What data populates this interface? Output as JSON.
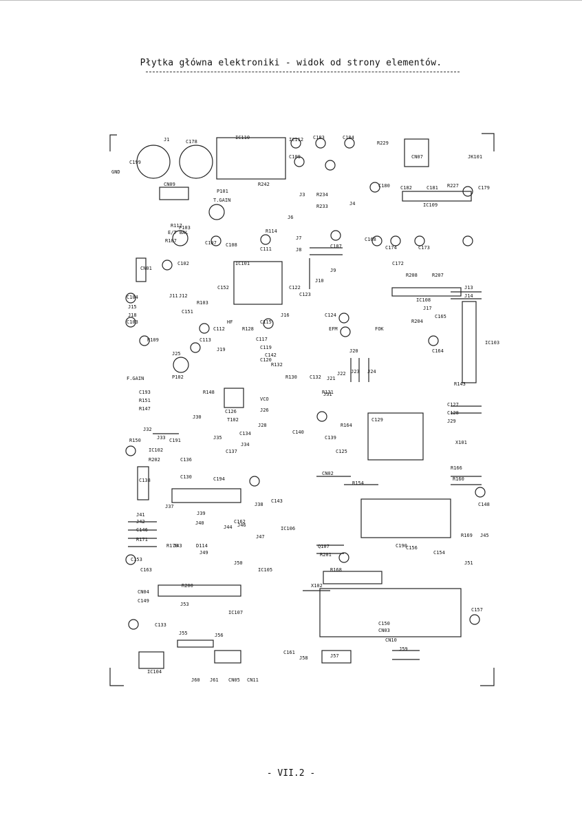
{
  "document": {
    "title": "Płytka główna elektroniki - widok od strony elementów.",
    "page_number": "- VII.2 -"
  },
  "board": {
    "components": [
      {
        "label": "C199"
      },
      {
        "label": "J1"
      },
      {
        "label": "C178"
      },
      {
        "label": "IC110"
      },
      {
        "label": "IC112"
      },
      {
        "label": "C183"
      },
      {
        "label": "C184"
      },
      {
        "label": "R229"
      },
      {
        "label": "CN07"
      },
      {
        "label": "JK101"
      },
      {
        "label": "GND"
      },
      {
        "label": "CN09"
      },
      {
        "label": "P101"
      },
      {
        "label": "T.GAIN"
      },
      {
        "label": "R242"
      },
      {
        "label": "C109"
      },
      {
        "label": "IC109"
      },
      {
        "label": "C179"
      },
      {
        "label": "R234"
      },
      {
        "label": "R233"
      },
      {
        "label": "J3"
      },
      {
        "label": "J4"
      },
      {
        "label": "J6"
      },
      {
        "label": "C180"
      },
      {
        "label": "C182"
      },
      {
        "label": "C181"
      },
      {
        "label": "R227"
      },
      {
        "label": "R117"
      },
      {
        "label": "P103"
      },
      {
        "label": "E/T BAL"
      },
      {
        "label": "R107"
      },
      {
        "label": "C107"
      },
      {
        "label": "C108"
      },
      {
        "label": "R114"
      },
      {
        "label": "C111"
      },
      {
        "label": "C187"
      },
      {
        "label": "J7"
      },
      {
        "label": "J8"
      },
      {
        "label": "C168"
      },
      {
        "label": "C174"
      },
      {
        "label": "C173"
      },
      {
        "label": "CN01"
      },
      {
        "label": "C102"
      },
      {
        "label": "IC101"
      },
      {
        "label": "C172"
      },
      {
        "label": "R208"
      },
      {
        "label": "R207"
      },
      {
        "label": "J9"
      },
      {
        "label": "J10"
      },
      {
        "label": "J13"
      },
      {
        "label": "J14"
      },
      {
        "label": "IC108"
      },
      {
        "label": "J17"
      },
      {
        "label": "C165"
      },
      {
        "label": "C104"
      },
      {
        "label": "J11"
      },
      {
        "label": "J12"
      },
      {
        "label": "J15"
      },
      {
        "label": "J18"
      },
      {
        "label": "C103"
      },
      {
        "label": "R103"
      },
      {
        "label": "C151"
      },
      {
        "label": "C152"
      },
      {
        "label": "C122"
      },
      {
        "label": "C123"
      },
      {
        "label": "J16"
      },
      {
        "label": "C124"
      },
      {
        "label": "R204"
      },
      {
        "label": "HF"
      },
      {
        "label": "C112"
      },
      {
        "label": "C115"
      },
      {
        "label": "EFM"
      },
      {
        "label": "FOK"
      },
      {
        "label": "C164"
      },
      {
        "label": "IC103"
      },
      {
        "label": "R109"
      },
      {
        "label": "C113"
      },
      {
        "label": "R128"
      },
      {
        "label": "C117"
      },
      {
        "label": "C119"
      },
      {
        "label": "C120"
      },
      {
        "label": "J19"
      },
      {
        "label": "J20"
      },
      {
        "label": "J21"
      },
      {
        "label": "J22"
      },
      {
        "label": "J23"
      },
      {
        "label": "J24"
      },
      {
        "label": "J25"
      },
      {
        "label": "P102"
      },
      {
        "label": "F.GAIN"
      },
      {
        "label": "C142"
      },
      {
        "label": "R132"
      },
      {
        "label": "R130"
      },
      {
        "label": "C132"
      },
      {
        "label": "R143"
      },
      {
        "label": "C193"
      },
      {
        "label": "R151"
      },
      {
        "label": "R147"
      },
      {
        "label": "R148"
      },
      {
        "label": "C126"
      },
      {
        "label": "T102"
      },
      {
        "label": "VCO"
      },
      {
        "label": "R131"
      },
      {
        "label": "J26"
      },
      {
        "label": "J28"
      },
      {
        "label": "J31"
      },
      {
        "label": "C127"
      },
      {
        "label": "C128"
      },
      {
        "label": "J29"
      },
      {
        "label": "J30"
      },
      {
        "label": "J32"
      },
      {
        "label": "R150"
      },
      {
        "label": "J33"
      },
      {
        "label": "C191"
      },
      {
        "label": "J35"
      },
      {
        "label": "C134"
      },
      {
        "label": "J34"
      },
      {
        "label": "C140"
      },
      {
        "label": "C139"
      },
      {
        "label": "R164"
      },
      {
        "label": "C129"
      },
      {
        "label": "X101"
      },
      {
        "label": "IC102"
      },
      {
        "label": "R202"
      },
      {
        "label": "C136"
      },
      {
        "label": "C137"
      },
      {
        "label": "C125"
      },
      {
        "label": "R166"
      },
      {
        "label": "C138"
      },
      {
        "label": "C130"
      },
      {
        "label": "C194"
      },
      {
        "label": "CN02"
      },
      {
        "label": "R154"
      },
      {
        "label": "R160"
      },
      {
        "label": "J37"
      },
      {
        "label": "J39"
      },
      {
        "label": "J38"
      },
      {
        "label": "C143"
      },
      {
        "label": "IC106"
      },
      {
        "label": "C162"
      },
      {
        "label": "J40"
      },
      {
        "label": "J41"
      },
      {
        "label": "J42"
      },
      {
        "label": "C146"
      },
      {
        "label": "R171"
      },
      {
        "label": "J43"
      },
      {
        "label": "J44"
      },
      {
        "label": "J46"
      },
      {
        "label": "J47"
      },
      {
        "label": "C148"
      },
      {
        "label": "J45"
      },
      {
        "label": "R169"
      },
      {
        "label": "R170"
      },
      {
        "label": "D114"
      },
      {
        "label": "Q107"
      },
      {
        "label": "R201"
      },
      {
        "label": "C156"
      },
      {
        "label": "C153"
      },
      {
        "label": "J49"
      },
      {
        "label": "J50"
      },
      {
        "label": "IC105"
      },
      {
        "label": "C190"
      },
      {
        "label": "C154"
      },
      {
        "label": "J51"
      },
      {
        "label": "R168"
      },
      {
        "label": "C163"
      },
      {
        "label": "X102"
      },
      {
        "label": "R200"
      },
      {
        "label": "CN04"
      },
      {
        "label": "C149"
      },
      {
        "label": "J53"
      },
      {
        "label": "IC107"
      },
      {
        "label": "C150"
      },
      {
        "label": "C157"
      },
      {
        "label": "C133"
      },
      {
        "label": "J55"
      },
      {
        "label": "J56"
      },
      {
        "label": "C161"
      },
      {
        "label": "J58"
      },
      {
        "label": "CN03"
      },
      {
        "label": "CN10"
      },
      {
        "label": "J59"
      },
      {
        "label": "J57"
      },
      {
        "label": "IC104"
      },
      {
        "label": "J60"
      },
      {
        "label": "J61"
      },
      {
        "label": "CN05"
      },
      {
        "label": "CN11"
      }
    ]
  }
}
